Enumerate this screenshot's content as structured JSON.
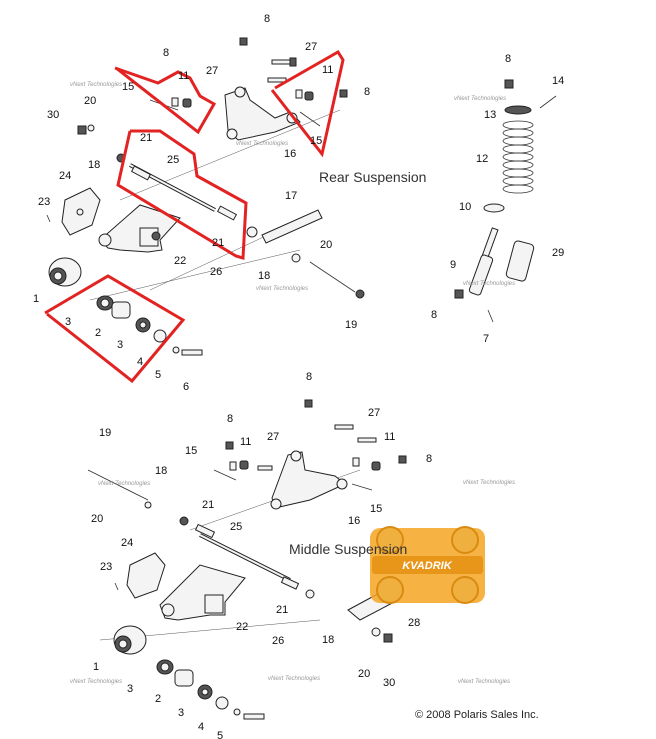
{
  "diagram": {
    "rear_title": "Rear Suspension",
    "middle_title": "Middle Suspension",
    "copyright": "© 2008 Polaris Sales Inc.",
    "watermark": "vNext Technologies",
    "logo_text": "KVADRIK",
    "highlight_color": "#e32222",
    "logo_color": "#f5a623",
    "rear_labels": [
      {
        "id": "r8a",
        "t": "8"
      },
      {
        "id": "r8b",
        "t": "8"
      },
      {
        "id": "r27a",
        "t": "27"
      },
      {
        "id": "r11a",
        "t": "11"
      },
      {
        "id": "r15a",
        "t": "15"
      },
      {
        "id": "r27b",
        "t": "27"
      },
      {
        "id": "r11b",
        "t": "11"
      },
      {
        "id": "r8c",
        "t": "8"
      },
      {
        "id": "r20a",
        "t": "20"
      },
      {
        "id": "r30",
        "t": "30"
      },
      {
        "id": "r16",
        "t": "16"
      },
      {
        "id": "r15b",
        "t": "15"
      },
      {
        "id": "r21a",
        "t": "21"
      },
      {
        "id": "r25",
        "t": "25"
      },
      {
        "id": "r18a",
        "t": "18"
      },
      {
        "id": "r24",
        "t": "24"
      },
      {
        "id": "r23",
        "t": "23"
      },
      {
        "id": "r17",
        "t": "17"
      },
      {
        "id": "r21b",
        "t": "21"
      },
      {
        "id": "r22",
        "t": "22"
      },
      {
        "id": "r26",
        "t": "26"
      },
      {
        "id": "r20b",
        "t": "20"
      },
      {
        "id": "r18b",
        "t": "18"
      },
      {
        "id": "r1",
        "t": "1"
      },
      {
        "id": "r19",
        "t": "19"
      },
      {
        "id": "r3a",
        "t": "3"
      },
      {
        "id": "r2",
        "t": "2"
      },
      {
        "id": "r3b",
        "t": "3"
      },
      {
        "id": "r4",
        "t": "4"
      },
      {
        "id": "r5",
        "t": "5"
      },
      {
        "id": "r6",
        "t": "6"
      },
      {
        "id": "r8d",
        "t": "8"
      },
      {
        "id": "r14",
        "t": "14"
      },
      {
        "id": "r13",
        "t": "13"
      },
      {
        "id": "r12",
        "t": "12"
      },
      {
        "id": "r10",
        "t": "10"
      },
      {
        "id": "r9",
        "t": "9"
      },
      {
        "id": "r29",
        "t": "29"
      },
      {
        "id": "r8e",
        "t": "8"
      },
      {
        "id": "r7",
        "t": "7"
      }
    ],
    "middle_labels": [
      {
        "id": "m8a",
        "t": "8"
      },
      {
        "id": "m27a",
        "t": "27"
      },
      {
        "id": "m8b",
        "t": "8"
      },
      {
        "id": "m11a",
        "t": "11"
      },
      {
        "id": "m27b",
        "t": "27"
      },
      {
        "id": "m11b",
        "t": "11"
      },
      {
        "id": "m8c",
        "t": "8"
      },
      {
        "id": "m15a",
        "t": "15"
      },
      {
        "id": "m19",
        "t": "19"
      },
      {
        "id": "m18a",
        "t": "18"
      },
      {
        "id": "m15b",
        "t": "15"
      },
      {
        "id": "m16",
        "t": "16"
      },
      {
        "id": "m20a",
        "t": "20"
      },
      {
        "id": "m21a",
        "t": "21"
      },
      {
        "id": "m25",
        "t": "25"
      },
      {
        "id": "m24",
        "t": "24"
      },
      {
        "id": "m23",
        "t": "23"
      },
      {
        "id": "m21b",
        "t": "21"
      },
      {
        "id": "m22",
        "t": "22"
      },
      {
        "id": "m18b",
        "t": "18"
      },
      {
        "id": "m28",
        "t": "28"
      },
      {
        "id": "m26",
        "t": "26"
      },
      {
        "id": "m1",
        "t": "1"
      },
      {
        "id": "m20b",
        "t": "20"
      },
      {
        "id": "m3a",
        "t": "3"
      },
      {
        "id": "m30",
        "t": "30"
      },
      {
        "id": "m2",
        "t": "2"
      },
      {
        "id": "m3b",
        "t": "3"
      },
      {
        "id": "m4",
        "t": "4"
      },
      {
        "id": "m5",
        "t": "5"
      }
    ]
  }
}
